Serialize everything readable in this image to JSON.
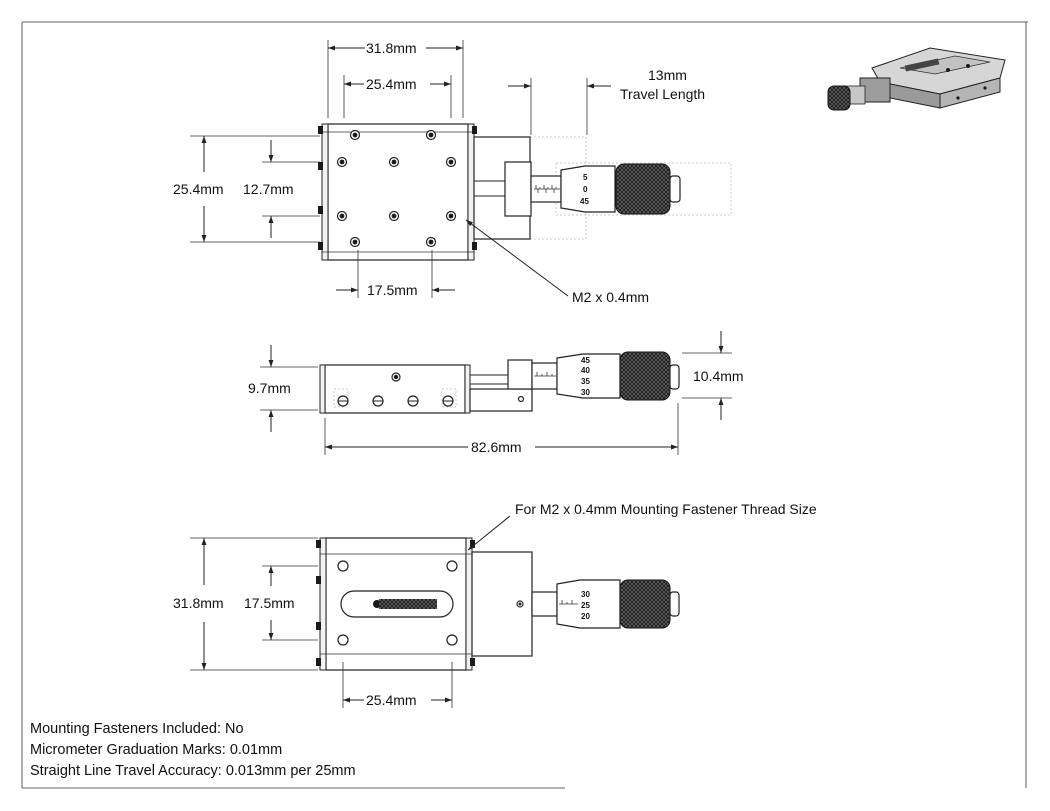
{
  "top_view": {
    "width_overall": "31.8mm",
    "hole_spacing_x": "25.4mm",
    "travel_value": "13mm",
    "travel_label": "Travel Length",
    "height": "25.4mm",
    "hole_spacing_y": "12.7mm",
    "hole_spacing_inner": "17.5mm",
    "thread_callout": "M2 x 0.4mm",
    "scale_numbers": [
      "5",
      "0",
      "45"
    ]
  },
  "side_view": {
    "height": "9.7mm",
    "barrel_diameter": "10.4mm",
    "overall_length": "82.6mm",
    "scale_numbers": [
      "45",
      "40",
      "35",
      "30"
    ]
  },
  "bottom_view": {
    "thread_note": "For M2 x 0.4mm Mounting Fastener Thread Size",
    "height": "31.8mm",
    "hole_spacing_y": "17.5mm",
    "hole_spacing_x": "25.4mm",
    "scale_numbers": [
      "30",
      "25",
      "20"
    ]
  },
  "specs": [
    "Mounting Fasteners Included: No",
    "Micrometer Graduation Marks: 0.01mm",
    "Straight Line Travel Accuracy: 0.013mm per 25mm"
  ]
}
